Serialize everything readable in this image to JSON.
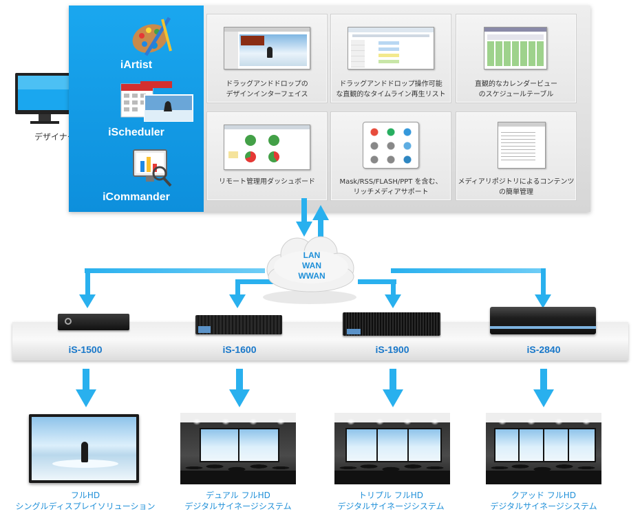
{
  "designer_label": "デザイナー",
  "apps": [
    {
      "name": "iArtist",
      "icon": "palette-icon"
    },
    {
      "name": "iScheduler",
      "icon": "calendar-icon"
    },
    {
      "name": "iCommander",
      "icon": "monitor-chart-icon"
    }
  ],
  "features": [
    {
      "line1": "ドラッグアンドドロップの",
      "line2": "デザインインターフェイス"
    },
    {
      "line1": "ドラッグアンドドロップ操作可能",
      "line2": "な直観的なタイムライン再生リスト"
    },
    {
      "line1": "直観的なカレンダービュー",
      "line2": "のスケジュールテーブル"
    },
    {
      "line1": "リモート管理用ダッシュボード",
      "line2": ""
    },
    {
      "line1": "Mask/RSS/FLASH/PPT を含む、",
      "line2": "リッチメディアサポート"
    },
    {
      "line1": "メディアリポジトリによるコンテンツ",
      "line2": "の簡単管理"
    }
  ],
  "network": {
    "line1": "LAN",
    "line2": "WAN",
    "line3": "WWAN"
  },
  "devices": [
    {
      "model": "iS-1500",
      "caption1": "フルHD",
      "caption2": "シングルディスプレイソリューション"
    },
    {
      "model": "iS-1600",
      "caption1": "デュアル フルHD",
      "caption2": "デジタルサイネージシステム"
    },
    {
      "model": "iS-1900",
      "caption1": "トリプル フルHD",
      "caption2": "デジタルサイネージシステム"
    },
    {
      "model": "iS-2840",
      "caption1": "クアッド フルHD",
      "caption2": "デジタルサイネージシステム"
    }
  ],
  "colors": {
    "blue": "#1aa7ef",
    "arrow": "#29b0ee",
    "label": "#1877c9"
  }
}
